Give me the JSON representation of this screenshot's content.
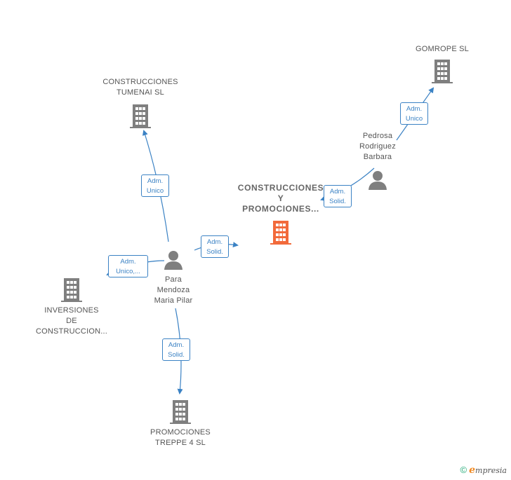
{
  "colors": {
    "edge": "#3b82c4",
    "building": "#7f7f7f",
    "building_main": "#f26a3b",
    "person": "#7f7f7f"
  },
  "nodes": {
    "gomrope": "GOMROPE  SL",
    "tumenai": "CONSTRUCCIONES\nTUMENAI SL",
    "main": "CONSTRUCCIONES\nY\nPROMOCIONES...",
    "pedrosa": "Pedrosa\nRodriguez\nBarbara",
    "para": "Para\nMendoza\nMaria Pilar",
    "inversiones": "INVERSIONES\nDE\nCONSTRUCCION...",
    "treppe": "PROMOCIONES\nTREPPE 4  SL"
  },
  "badges": {
    "pedrosa_gomrope": [
      "Adm.",
      "Unico"
    ],
    "pedrosa_main": [
      "Adm.",
      "Solid."
    ],
    "para_tumenai": [
      "Adm.",
      "Unico"
    ],
    "para_main": [
      "Adm.",
      "Solid."
    ],
    "para_inversiones": [
      "Adm.",
      "Unico,..."
    ],
    "para_treppe": [
      "Adm.",
      "Solid."
    ]
  },
  "footer": {
    "copyright": "©",
    "brand_initial": "e",
    "brand_rest": "mpresia"
  }
}
